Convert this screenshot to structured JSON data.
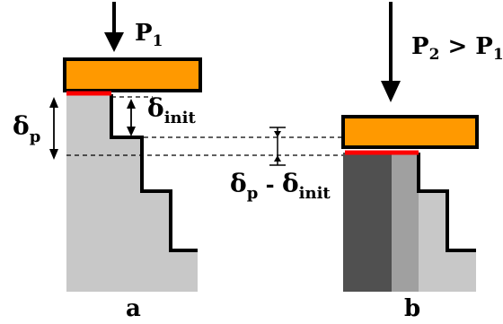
{
  "panel_a": {
    "force_label": "P",
    "force_sub": "1",
    "delta_p_symbol": "δ",
    "delta_p_sub": "p",
    "delta_init_symbol": "δ",
    "delta_init_sub": "init",
    "panel_label": "a"
  },
  "panel_b": {
    "force_label": "P",
    "force_sub": "2",
    "relation": " > P",
    "relation_sub": "1",
    "panel_label": "b"
  },
  "difference": {
    "delta_p_symbol": "δ",
    "delta_p_sub": "p",
    "minus": " - ",
    "delta_init_symbol": "δ",
    "delta_init_sub": "init"
  },
  "colors": {
    "plate": "#FF9900",
    "contact": "#FF0000",
    "asperity_light": "#C8C8C8",
    "asperity_mid": "#A0A0A0",
    "asperity_dark": "#505050",
    "outline": "#000000"
  }
}
